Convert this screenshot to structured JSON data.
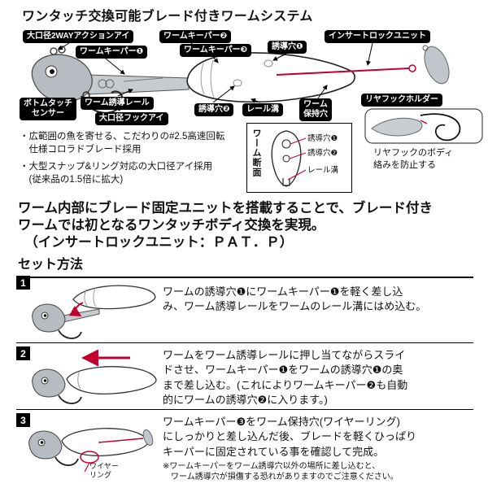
{
  "colors": {
    "accent_red": "#c2002f",
    "label_bg": "#000000",
    "metal_gray": "#b6bcc2"
  },
  "title": "ワンタッチ交換可能ブレード付きワームシステム",
  "diagram": {
    "labels": {
      "action_eye": "大口径2WAYアクションアイ",
      "keeper1": "ワームキーパー❶",
      "keeper2": "ワームキーパー❷",
      "keeper3": "ワームキーパー❸",
      "guide_hole1": "誘導穴❶",
      "insert_lock": "インサートロックユニット",
      "bottom_sensor": "ボトムタッチ\nセンサー",
      "guide_rail": "ワーム誘導レール",
      "hook_eye": "大口径フックアイ",
      "guide_hole2": "誘導穴❷",
      "rail_groove": "レール溝",
      "holding_hole": "ワーム\n保持穴",
      "rear_hook_holder": "リヤフックホルダー"
    },
    "cross_section": {
      "title": "ワーム断面",
      "hole1": "誘導穴❶",
      "hole2": "誘導穴❷",
      "groove": "レール溝"
    },
    "rear_hook_note": "リヤフックのボディ\n絡みを防止する"
  },
  "features": {
    "bullet1": "・広範囲の魚を寄せる、こだわりの#2.5高速回転\n　仕様コロラドブレード採用",
    "bullet2": "・大型スナップ&リング対応の大口径アイ採用\n　(従来品の1.5倍に拡大)"
  },
  "statement": "ワーム内部にブレード固定ユニットを搭載することで、ブレード付き\nワームでは初となるワンタッチボディ交換を実現。\n　（インサートロックユニット：ＰＡＴ．Ｐ）",
  "setup": {
    "heading": "セット方法",
    "steps": [
      {
        "num": "1",
        "text": "ワームの誘導穴❶にワームキーパー❶を軽く差し込\nみ、ワーム誘導レールをワームのレール溝にはめ込む。"
      },
      {
        "num": "2",
        "text": "ワームをワーム誘導レールに押し当てながらスライ\nドさせ、ワームキーパー❶をワームの誘導穴❶の奥\nまで差し込む。(これによりワームキーパー❷も自動\n的にワームの誘導穴❷に入ります。)"
      },
      {
        "num": "3",
        "text": "ワームキーパー❸をワーム保持穴(ワイヤーリング)\nにしっかりと差し込んだ後、ブレードを軽くひっぱり\nキーパーに固定されている事を確認して完成。",
        "note": "※ワームキーパーをワーム誘導穴以外の場所に差し込むと、\n　ワーム誘導穴が損傷する恐れがありますのでご注意ください。",
        "callout": "ワイヤー\nリング"
      }
    ]
  }
}
